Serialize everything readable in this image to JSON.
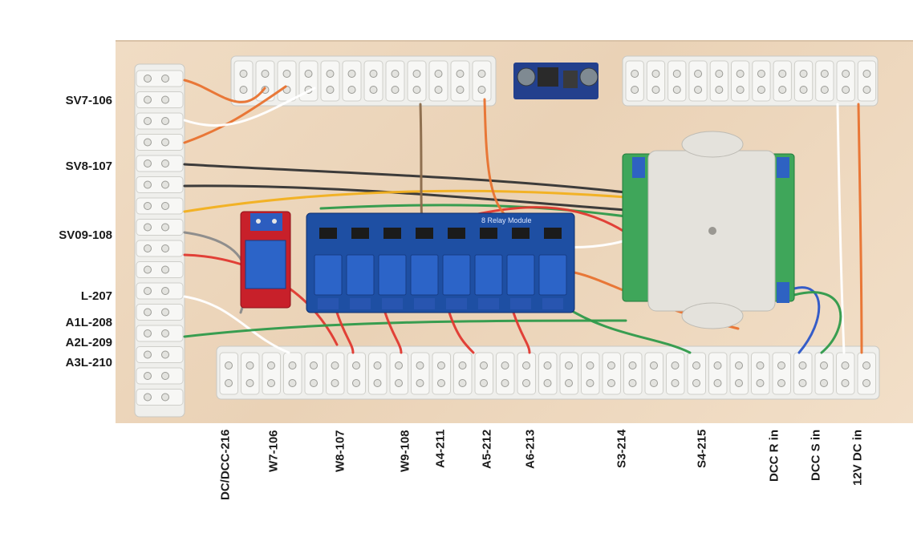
{
  "labels": {
    "left": [
      "SV7-106",
      "SV8-107",
      "SV09-108",
      "L-207",
      "A1L-208",
      "A2L-209",
      "A3L-210"
    ],
    "bottom": [
      "DC/DCC-216",
      "W7-106",
      "W8-107",
      "W9-108",
      "A4-211",
      "A5-212",
      "A6-213",
      "S3-214",
      "S4-215",
      "DCC R in",
      "DCC S in",
      "12V DC in"
    ]
  },
  "module": {
    "name": "8 Relay Module"
  },
  "colors": {
    "board": "#ecd6bb",
    "terminal": "#f4f4f2",
    "relay_pcb": "#1e4fa3",
    "relay_body": "#2c64c8",
    "single_relay_pcb": "#c8202a",
    "decoder_case": "#e4e2dc",
    "terminal_block_green": "#2e9a4a"
  }
}
